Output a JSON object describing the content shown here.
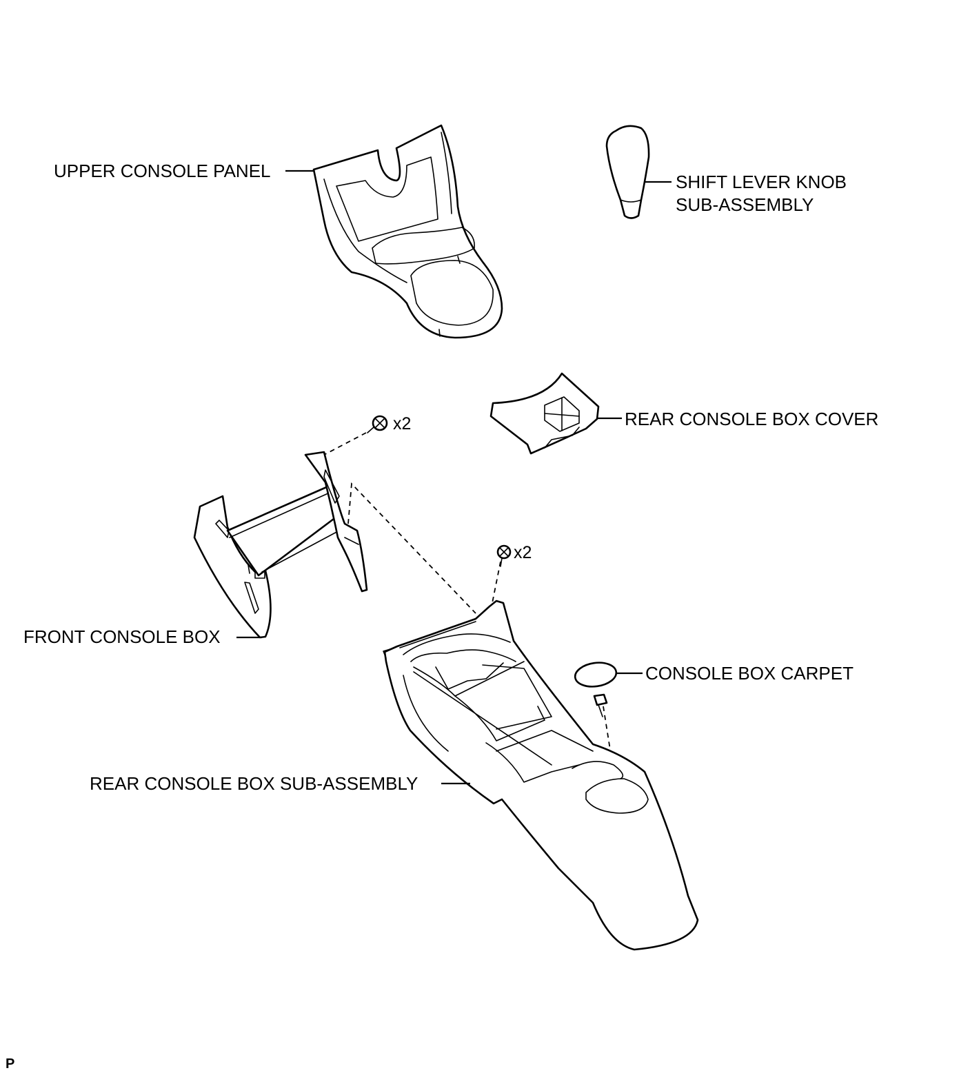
{
  "labels": {
    "upper_console_panel": "UPPER CONSOLE PANEL",
    "shift_knob_line1": "SHIFT LEVER KNOB",
    "shift_knob_line2": "SUB-ASSEMBLY",
    "rear_console_box_cover": "REAR CONSOLE BOX COVER",
    "front_console_box": "FRONT CONSOLE BOX",
    "console_box_carpet": "CONSOLE BOX CARPET",
    "rear_console_box_sub_assembly": "REAR CONSOLE BOX SUB-ASSEMBLY",
    "screw_qty_upper": "x2",
    "screw_qty_lower": "x2",
    "corner_mark": "P"
  }
}
